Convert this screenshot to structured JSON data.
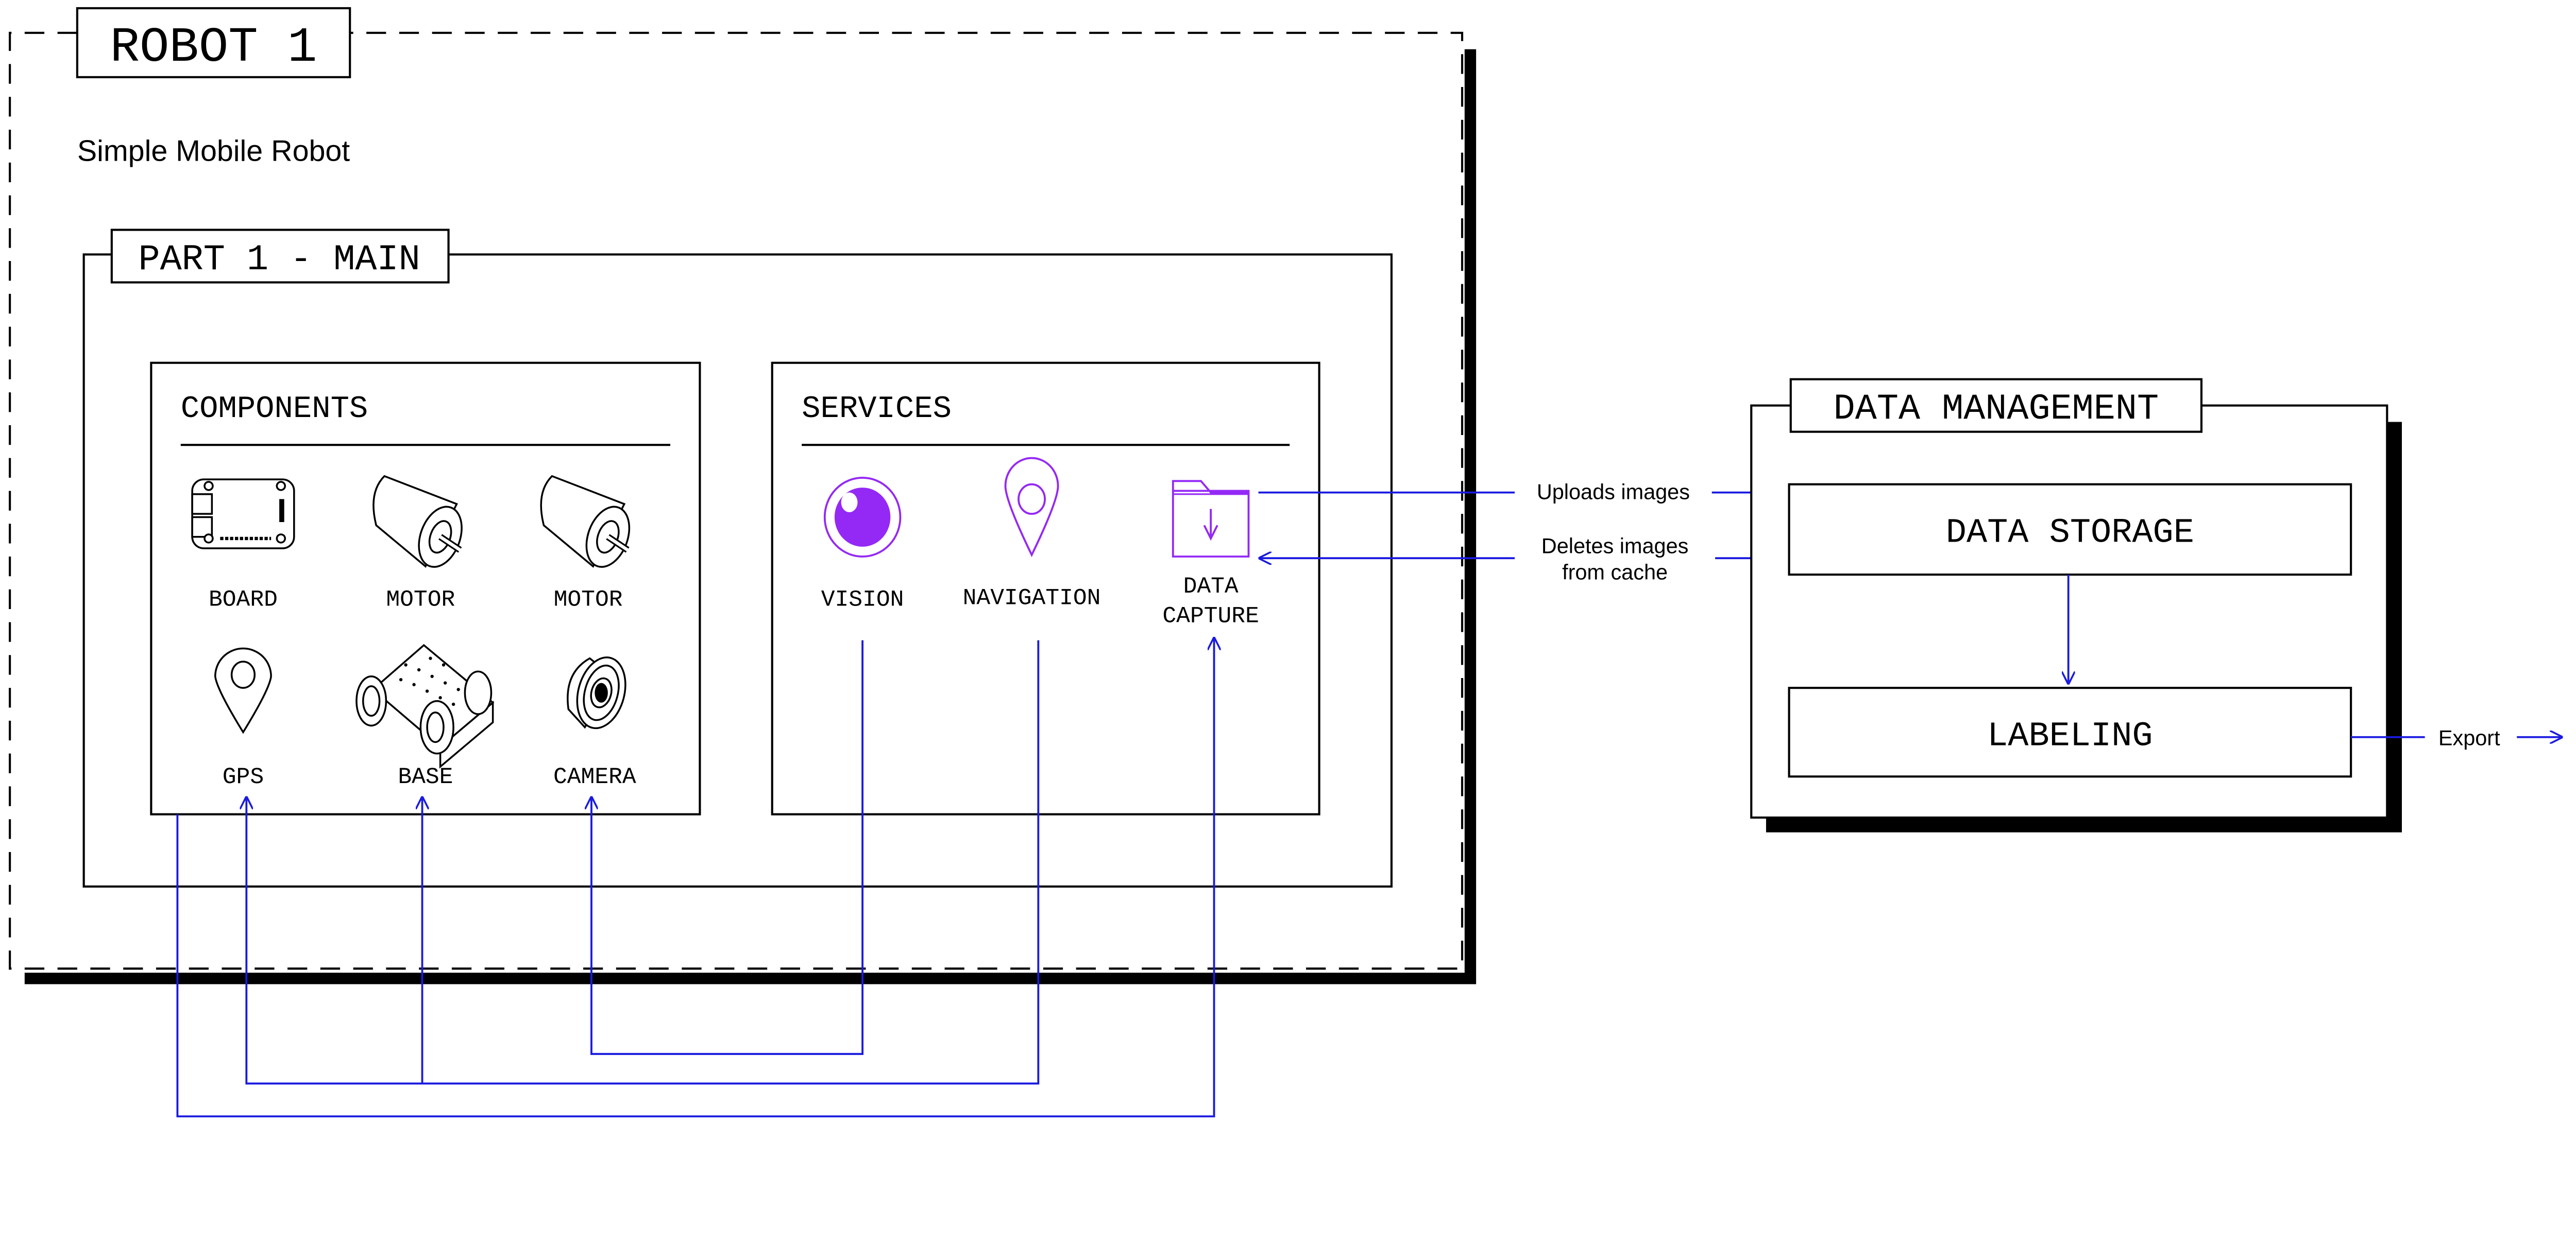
{
  "robot": {
    "title": "ROBOT 1",
    "subtitle": "Simple Mobile Robot",
    "part": {
      "label": "PART 1 - MAIN",
      "components": {
        "heading": "COMPONENTS",
        "items": [
          {
            "label": "BOARD",
            "icon": "board-icon"
          },
          {
            "label": "MOTOR",
            "icon": "motor-icon"
          },
          {
            "label": "MOTOR",
            "icon": "motor-icon"
          },
          {
            "label": "GPS",
            "icon": "gps-pin-icon"
          },
          {
            "label": "BASE",
            "icon": "robot-base-icon"
          },
          {
            "label": "CAMERA",
            "icon": "camera-icon"
          }
        ]
      },
      "services": {
        "heading": "SERVICES",
        "items": [
          {
            "label": "VISION",
            "icon": "eye-icon"
          },
          {
            "label": "NAVIGATION",
            "icon": "location-pin-icon"
          },
          {
            "label_line1": "DATA",
            "label_line2": "CAPTURE",
            "icon": "folder-download-icon"
          }
        ]
      }
    }
  },
  "flows": {
    "uploads": "Uploads images",
    "deletes_line1": "Deletes images",
    "deletes_line2": "from cache",
    "export": "Export"
  },
  "data_management": {
    "title": "DATA MANAGEMENT",
    "storage": "DATA STORAGE",
    "labeling": "LABELING"
  },
  "colors": {
    "service_accent": "#9429f5",
    "connector": "#1a1ae0",
    "outline": "#000000"
  }
}
